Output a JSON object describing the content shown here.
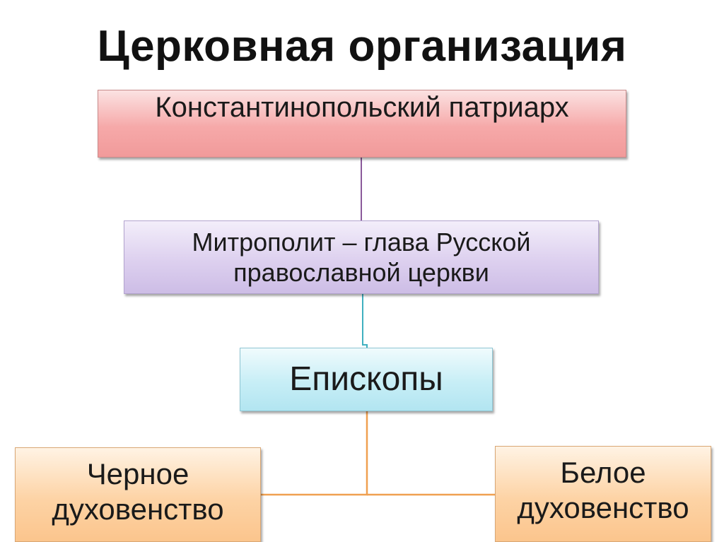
{
  "title": "Церковная организация",
  "nodes": {
    "patriarch": "Константинопольский патриарх",
    "metropolitan": "Митрополит – глава Русской православной церкви",
    "bishops": "Епископы",
    "black_clergy": "Черное духовенство",
    "white_clergy": "Белое духовенство"
  },
  "colors": {
    "patriarch_fill": "#f6a9a9",
    "metropolitan_fill": "#ddd0ef",
    "bishops_fill": "#c7eef6",
    "clergy_fill": "#fdd3a5",
    "line_patriarch_metropolitan": "#8a5a9a",
    "line_metropolitan_bishops": "#3fb0c0",
    "line_bishops_clergy": "#f0a050"
  }
}
